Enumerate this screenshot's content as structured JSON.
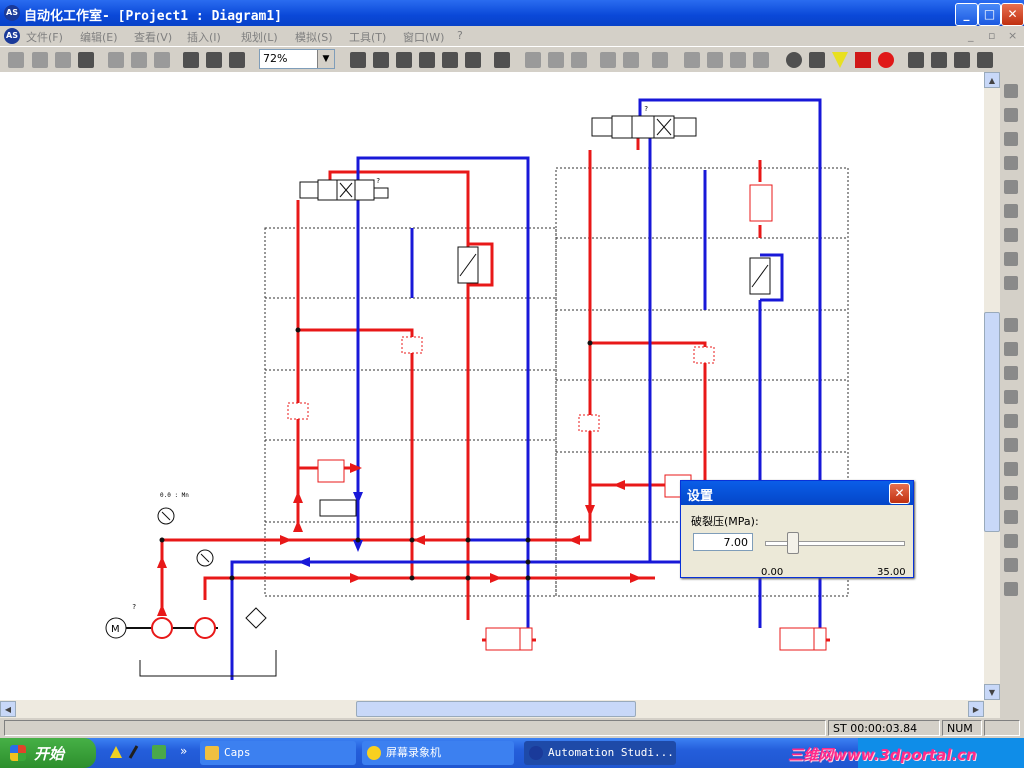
{
  "window": {
    "title": "自动化工作室- [Project1 : Diagram1]",
    "app_icon": "AS",
    "controls": [
      "minimize",
      "maximize",
      "close"
    ]
  },
  "menu": {
    "items": [
      "文件(F)",
      "编辑(E)",
      "查看(V)",
      "插入(I)",
      "规划(L)",
      "模拟(S)",
      "工具(T)",
      "窗口(W)",
      "?"
    ]
  },
  "toolbar": {
    "zoom_value": "72%"
  },
  "diagram": {
    "gauge_label_1": "0.0 : Mn",
    "gauge_label_2": "?",
    "valve_label_1": "?",
    "valve_label_2": "?",
    "colors": {
      "pressure": "#e81818",
      "return": "#1818d8",
      "drain": "#303030"
    }
  },
  "dialog": {
    "title": "设置",
    "label": "破裂压(MPa):",
    "value": "7.00",
    "slider_min": "0.00",
    "slider_max": "35.00",
    "slider_level": 0.2
  },
  "status": {
    "time": "ST 00:00:03.84",
    "num": "NUM"
  },
  "taskbar": {
    "start_label": "开始",
    "tasks": [
      "Caps",
      "屏幕录象机",
      "Automation Studi..."
    ],
    "watermark": "三维网www.3dportal.cn"
  }
}
